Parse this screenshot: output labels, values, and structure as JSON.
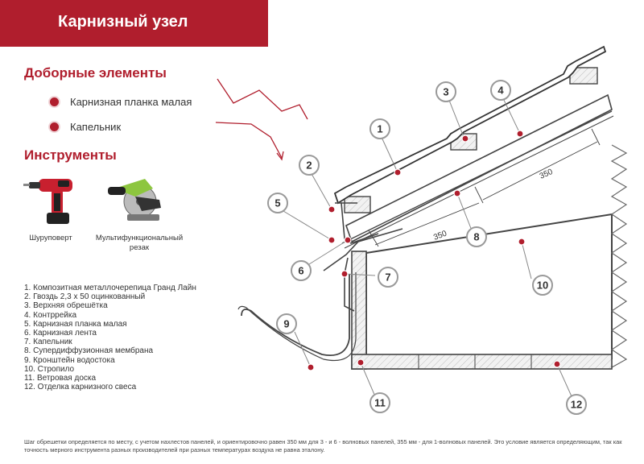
{
  "title": "Карнизный узел",
  "accessories": {
    "heading": "Доборные элементы",
    "items": [
      "Карнизная планка малая",
      "Капельник"
    ]
  },
  "tools": {
    "heading": "Инструменты",
    "items": [
      "Шуруповерт",
      "Мультифункциональный резак"
    ]
  },
  "legend": [
    "1. Композитная металлочерепица Гранд Лайн",
    "2. Гвоздь 2,3 х 50 оцинкованный",
    "3. Верхняя обрешётка",
    "4. Контррейка",
    "5. Карнизная планка малая",
    "6. Карнизная лента",
    "7. Капельник",
    "8. Супердиффузионная мембрана",
    "9. Кронштейн водостока",
    "10. Стропило",
    "11. Ветровая доска",
    "12. Отделка карнизного свеса"
  ],
  "dimensions": [
    "350",
    "350"
  ],
  "callouts": [
    "1",
    "2",
    "3",
    "4",
    "5",
    "6",
    "7",
    "8",
    "9",
    "10",
    "11",
    "12"
  ],
  "footnote": "Шаг обрешетки определяется по месту, с учетом нахлестов панелей, и ориентировочно равен 350 мм для 3 - и 6 - волновых панелей, 355 мм - для 1-волновых панелей. Это условие является определяющим, так как точность мерного инструмента разных производителей при разных температурах воздуха не равна эталону.",
  "colors": {
    "accent": "#b01e2d",
    "line": "#444444"
  }
}
